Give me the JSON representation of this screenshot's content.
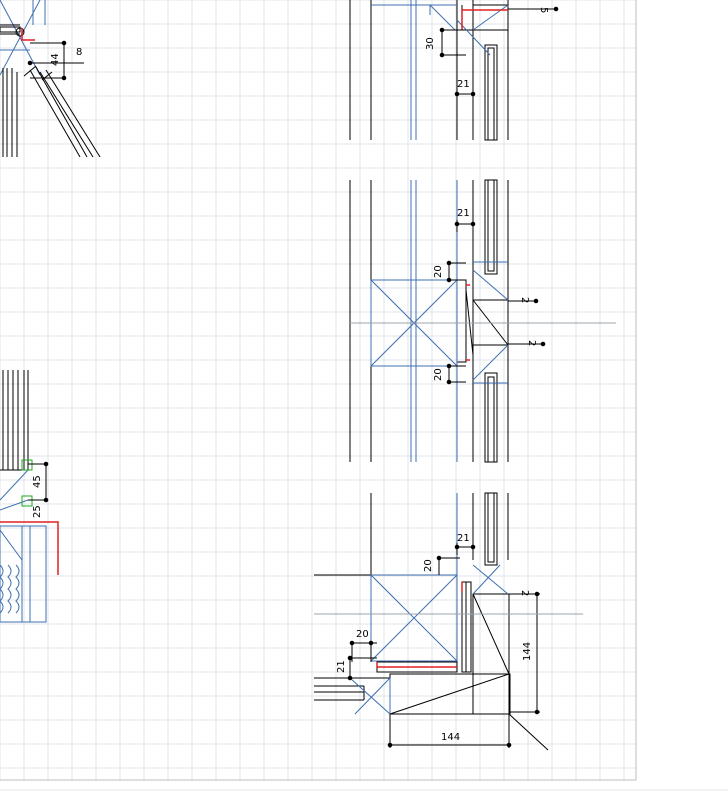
{
  "colors": {
    "grid": "#dfe4ea",
    "member": "#000000",
    "helper": "#3f6fb0",
    "red": "#e02020",
    "green": "#22aa22",
    "dim": "#000000",
    "frame": "#bdbdbd",
    "background": "#ffffff"
  },
  "dimensions": {
    "top_left": [
      "8",
      "44"
    ],
    "top_middle": [
      "5",
      "30",
      "21"
    ],
    "middle": [
      "21",
      "20",
      "2",
      "2",
      "20"
    ],
    "left_lower": [
      "45",
      "25"
    ],
    "bottom": [
      "21",
      "20",
      "20",
      "21",
      "2",
      "144",
      "144"
    ]
  }
}
